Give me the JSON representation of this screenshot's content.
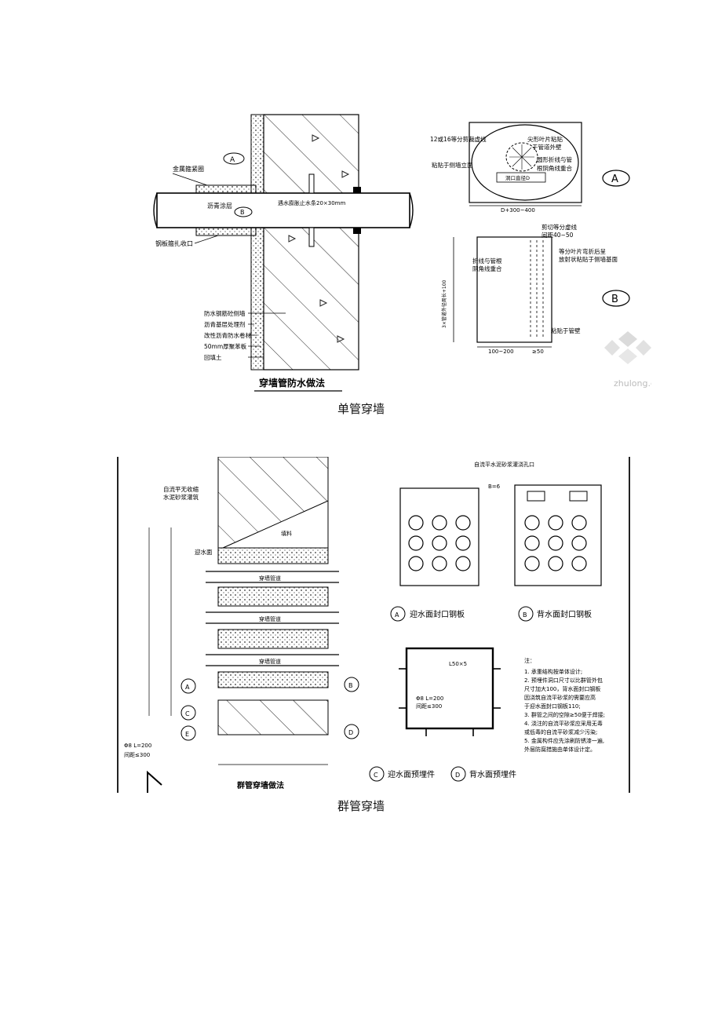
{
  "figure1": {
    "title": "穿墙管防水做法",
    "caption": "单管穿墙",
    "watermark": "zhulong.c",
    "labels": {
      "metal_hoop": "金属箍紧圈",
      "asphalt_paint": "沥青涂层",
      "waterstop": "遇水膨胀止水条20×30mm",
      "steel_clamp": "钢板箍扎收口",
      "markA": "A",
      "markB": "B",
      "wall_list": [
        "防水钢筋砼侧墙",
        "沥青基层处理剂",
        "改性沥青防水卷材",
        "50mm厚聚苯板",
        "回填土"
      ],
      "detailA_1": "12或16等分剪裁虚线",
      "detailA_2": "尖形叶片粘贴",
      "detailA_3": "于管道外壁",
      "detailA_4": "粘贴于侧墙立面",
      "detailA_5": "圆形折线与管",
      "detailA_6": "根阴角线重合",
      "detailA_7": "洞口直径D",
      "detailA_dim": "D+300~400",
      "detailB_1": "剪切等分虚线",
      "detailB_2": "间距40~50",
      "detailB_3": "等分叶片弯折后呈",
      "detailB_4": "放射状粘贴于侧墙基面",
      "detailB_5": "折线与管根",
      "detailB_6": "阴角线重合",
      "detailB_7": "粘贴于管壁",
      "detailB_dim1": "100~200",
      "detailB_dim2": "≥50",
      "detailB_vert": "3×管道外径周长+100"
    }
  },
  "figure2": {
    "title": "群管穿墙做法",
    "caption": "群管穿墙",
    "labels": {
      "self_flow": "自流平无收缩",
      "mortar": "水泥砂浆灌筑",
      "filler": "填料",
      "water_side": "迎水面",
      "pipe": "穿墙管道",
      "top_note": "自流平水泥砂浆灌浇孔口",
      "b_note": "B=6",
      "plateA": "迎水面封口钢板",
      "plateB": "背水面封口钢板",
      "embedC": "迎水面预埋件",
      "embedD": "背水面预埋件",
      "angle": "L50×5",
      "rebar1": "Φ8 L=200",
      "rebar2": "间距≤300",
      "notes_title": "注：",
      "notes": [
        "1. 承重结构按单体设计;",
        "2. 预埋件洞口尺寸以比群管外包",
        "   尺寸加大100，背水面封口钢板",
        "   因浇筑自流平砂浆的需要应高",
        "   于迎水面封口钢板110;",
        "3. 群管之间的空隙≥50便于焊接;",
        "4. 浇注的自流平砂浆应采用无毒",
        "   或低毒的自流平砂浆减少污染;",
        "5. 金属构件应先涂刷防锈漆一遍,",
        "   外层防腐措施由单体设计定。"
      ],
      "mark_A": "A",
      "mark_B": "B",
      "mark_C": "C",
      "mark_D": "D",
      "mark_E": "E"
    }
  }
}
